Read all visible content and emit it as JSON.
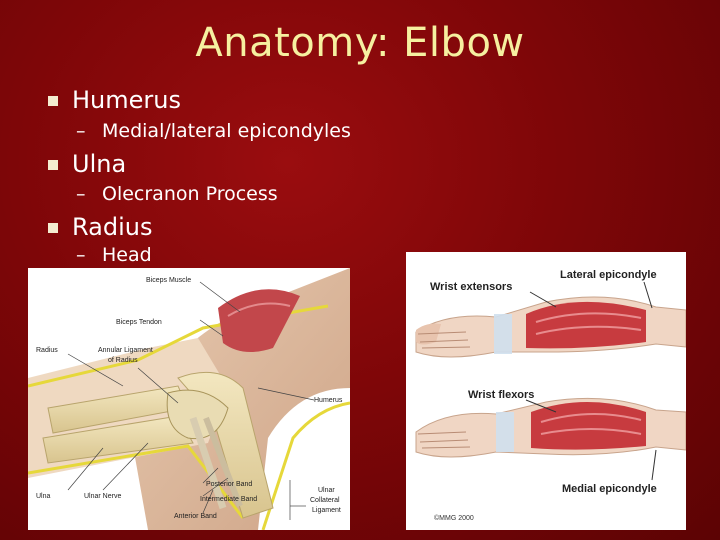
{
  "title": "Anatomy: Elbow",
  "bullets": [
    {
      "label": "Humerus",
      "sub": "Medial/lateral epicondyles"
    },
    {
      "label": "Ulna",
      "sub": "Olecranon Process"
    },
    {
      "label": "Radius",
      "sub": "Head"
    }
  ],
  "sub_dash": "–",
  "left_figure": {
    "labels": {
      "biceps_muscle": "Biceps Muscle",
      "biceps_tendon": "Biceps Tendon",
      "radius": "Radius",
      "annular_1": "Annular Ligament",
      "annular_2": "of Radius",
      "humerus": "Humerus",
      "ulna": "Ulna",
      "ulnar_nerve": "Ulnar Nerve",
      "posterior_band": "Posterior Band",
      "intermediate_band": "Intermediate Band",
      "anterior_band": "Anterior Band",
      "ulnar_1": "Ulnar",
      "ulnar_2": "Collateral",
      "ulnar_3": "Ligament"
    }
  },
  "right_figure": {
    "labels": {
      "wrist_extensors": "Wrist extensors",
      "lateral_epicondyle": "Lateral epicondyle",
      "wrist_flexors": "Wrist flexors",
      "medial_epicondyle": "Medial epicondyle",
      "copyright": "©MMG 2000"
    }
  },
  "colors": {
    "title": "#f6f0a0",
    "bullet": "#f4ecd0",
    "text": "#ffffff",
    "background": "#7e0608"
  }
}
